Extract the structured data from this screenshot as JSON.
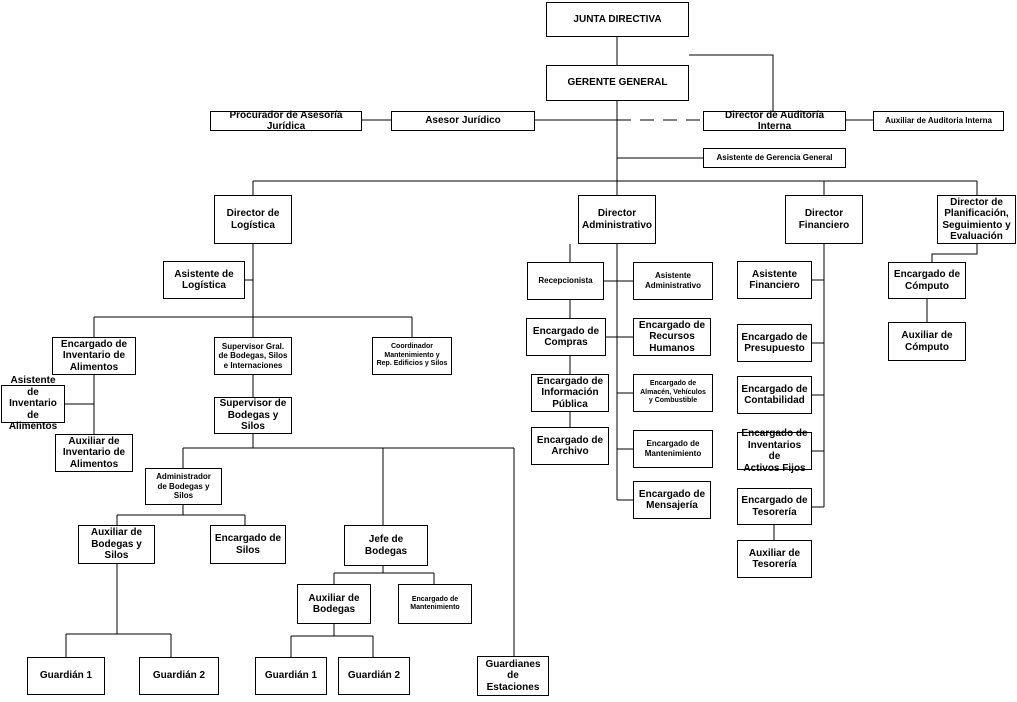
{
  "nodes": {
    "junta_directiva": "JUNTA DIRECTIVA",
    "gerente_general": "GERENTE GENERAL",
    "procurador": "Procurador de Asesoría Jurídica",
    "asesor_juridico": "Asesor Jurídico",
    "director_auditoria": "Director de Auditoría Interna",
    "auxiliar_auditoria": "Auxiliar de Auditoria Interna",
    "asistente_gerencia": "Asistente de Gerencia General",
    "director_logistica": "Director de\nLogística",
    "asistente_logistica": "Asistente de\nLogística",
    "encargado_inventario_alimentos": "Encargado de\nInventario de\nAlimentos",
    "asistente_inventario_alimentos": "Asistente de\nInventario de\nAlimentos",
    "auxiliar_inventario_alimentos": "Auxiliar de\nInventario de\nAlimentos",
    "supervisor_gral": "Supervisor Gral.\nde Bodegas, Silos\ne Internaciones",
    "coordinador_mantenimiento": "Coordinador\nMantenimiento y\nRep. Edificios y Silos",
    "supervisor_bodegas": "Supervisor de\nBodegas y\nSilos",
    "administrador_bodegas": "Administrador\nde Bodegas y\nSilos",
    "auxiliar_bodegas_silos": "Auxiliar de\nBodegas y\nSilos",
    "encargado_silos": "Encargado de\nSilos",
    "jefe_bodegas": "Jefe de Bodegas",
    "auxiliar_bodegas": "Auxiliar de\nBodegas",
    "encargado_mantenimiento_bodegas": "Encargado de\nMantenimiento",
    "guardian1_a": "Guardián 1",
    "guardian2_a": "Guardián 2",
    "guardian1_b": "Guardián 1",
    "guardian2_b": "Guardián 2",
    "guardianes_estaciones": "Guardianes\nde\nEstaciones",
    "director_administrativo": "Director\nAdministrativo",
    "recepcionista": "Recepcionista",
    "asistente_administrativo": "Asistente\nAdministrativo",
    "encargado_compras": "Encargado de\nCompras",
    "encargado_rrhh": "Encargado de\nRecursos\nHumanos",
    "encargado_informacion": "Encargado de\nInformación\nPública",
    "encargado_almacen": "Encargado de\nAlmacén, Vehículos\ny Combustible",
    "encargado_archivo": "Encargado de\nArchivo",
    "encargado_mantenimiento_adm": "Encargado de\nMantenimiento",
    "encargado_mensajeria": "Encargado de\nMensajería",
    "director_financiero": "Director\nFinanciero",
    "asistente_financiero": "Asistente\nFinanciero",
    "encargado_presupuesto": "Encargado de\nPresupuesto",
    "encargado_contabilidad": "Encargado de\nContabilidad",
    "encargado_activos": "Encargado de\nInventarios de\nActivos Fijos",
    "encargado_tesoreria": "Encargado de\nTesorería",
    "auxiliar_tesoreria": "Auxiliar de\nTesorería",
    "director_planificacion": "Director de\nPlanificación,\nSeguimiento y\nEvaluación",
    "encargado_computo": "Encargado de\nCómputo",
    "auxiliar_computo": "Auxiliar de\nCómputo"
  }
}
